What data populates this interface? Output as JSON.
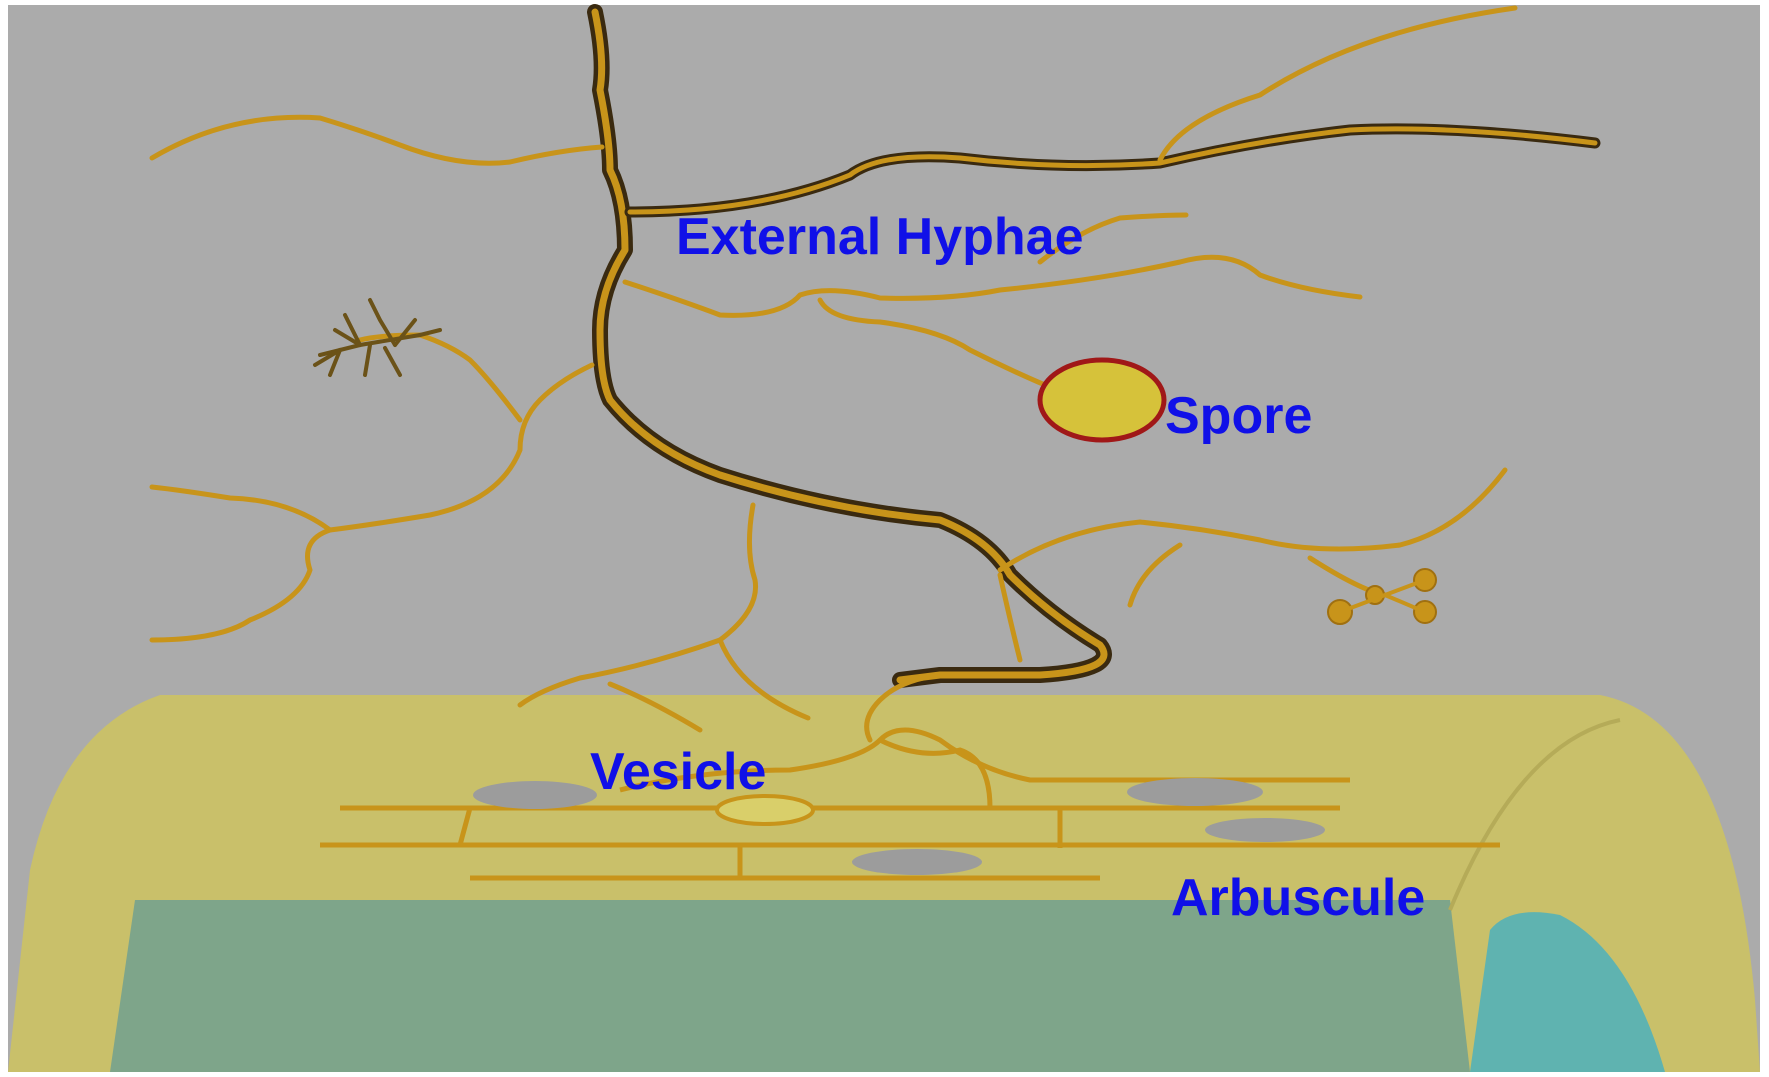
{
  "labels": {
    "external_hyphae": "External Hyphae",
    "spore": "Spore",
    "vesicle": "Vesicle",
    "arbuscule": "Arbuscule"
  },
  "colors": {
    "background": "#ababab",
    "hypha": "#c8941a",
    "hypha_outline": "#3a2a10",
    "root_cortex": "#c9c06a",
    "root_interior": "#7ea58a",
    "vascular": "#5fb3b0",
    "spore_fill": "#d6c23a",
    "spore_outline": "#a01818",
    "label": "#1010e8"
  }
}
